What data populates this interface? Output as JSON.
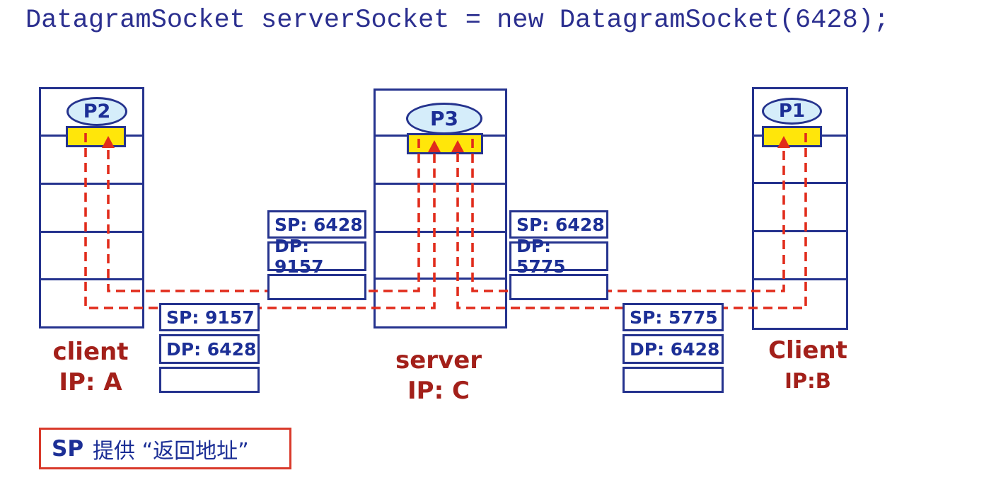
{
  "title_code": "DatagramSocket serverSocket = new DatagramSocket(6428);",
  "hosts": [
    {
      "process": "P2",
      "role": "client",
      "ip": "IP: A"
    },
    {
      "process": "P3",
      "role": "server",
      "ip": "IP: C"
    },
    {
      "process": "P1",
      "role": "Client",
      "ip": "IP:B"
    }
  ],
  "packets": [
    {
      "sp": "SP: 6428",
      "dp": "DP: 9157"
    },
    {
      "sp": "SP: 6428",
      "dp": "DP: 5775"
    },
    {
      "sp": "SP: 9157",
      "dp": "DP: 6428"
    },
    {
      "sp": "SP: 5775",
      "dp": "DP: 6428"
    }
  ],
  "note": {
    "sp": "SP",
    "text": "提供 “返回地址”"
  },
  "colors": {
    "navy": "#25338e",
    "code_blue": "#2b2f8f",
    "dash_red": "#e12c1c",
    "socket_yellow": "#ffe60a",
    "process_fill_blue": "#d5edfa",
    "label_dark_red": "#a3201a",
    "note_border_red": "#d93a2b"
  }
}
